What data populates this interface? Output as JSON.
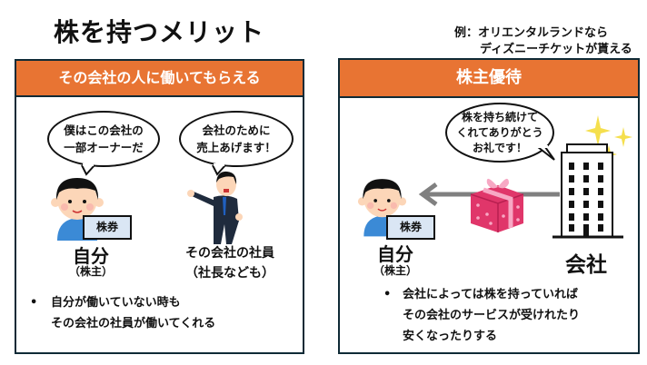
{
  "title": "株を持つメリット",
  "note": {
    "line1": "例：オリエンタルランドなら",
    "line2": "ディズニーチケットが貰える"
  },
  "left": {
    "header": "その会社の人に働いてもらえる",
    "bubble_self": [
      "僕はこの会社の",
      "一部オーナーだ"
    ],
    "bubble_employee": [
      "会社のために",
      "売上あげます！"
    ],
    "ticket": "株券",
    "self_label": "自分",
    "self_sub": "（株主）",
    "employee_label": "その会社の社員",
    "employee_sub": "（社長なども）",
    "bullet_mark": "•",
    "bullet": [
      "自分が働いていない時も",
      "その会社の社員が働いてくれる"
    ]
  },
  "right": {
    "header": "株主優待",
    "bubble_company": [
      "株を持ち続けて",
      "くれてありがとう",
      "お礼です！"
    ],
    "ticket": "株券",
    "self_label": "自分",
    "self_sub": "（株主）",
    "company_label": "会社",
    "bullet_mark": "•",
    "bullet": [
      "会社によっては株を持っていれば",
      "その会社のサービスが受けれたり",
      "安くなったりする"
    ]
  },
  "colors": {
    "accent": "#e87433",
    "border": "#0f2a36",
    "ticket": "#dae6f4"
  }
}
